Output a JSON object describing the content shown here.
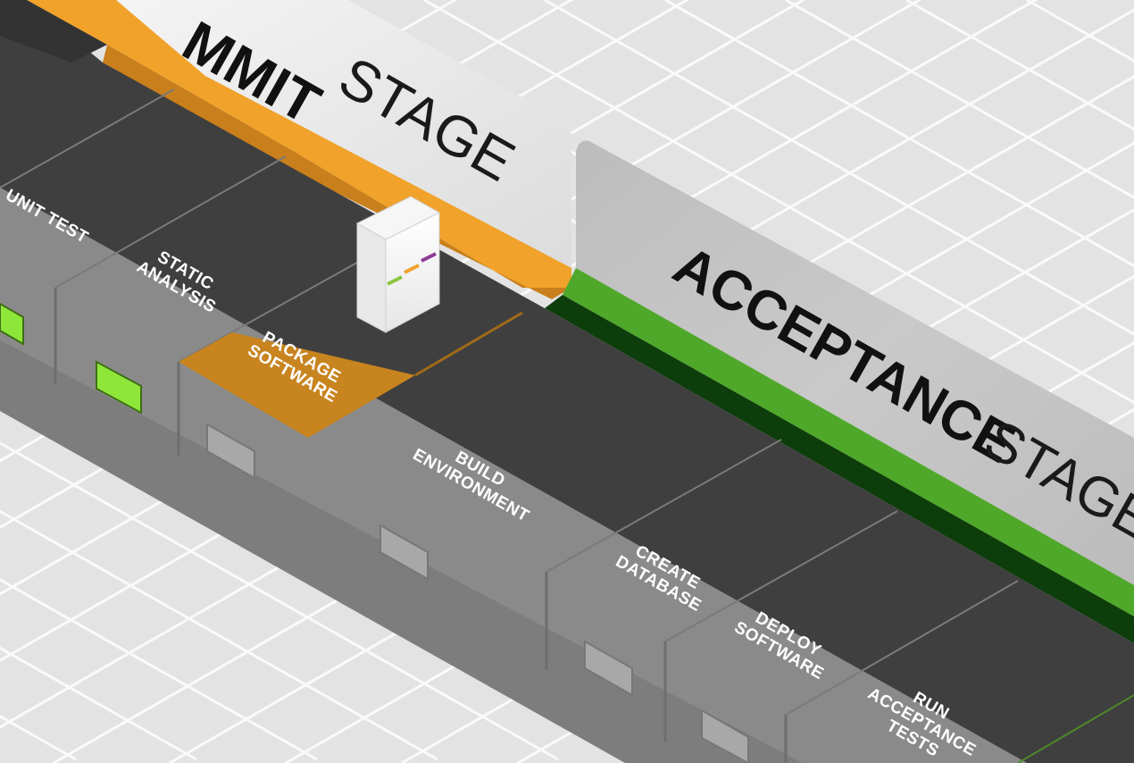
{
  "commit_stage": {
    "bold": "MMIT",
    "light": "STAGE"
  },
  "acceptance_stage": {
    "bold": "ACCEPTANCE",
    "light": "STAGE"
  },
  "steps": {
    "unit_test": [
      "UNIT TEST"
    ],
    "static_analysis": [
      "STATIC",
      "ANALYSIS"
    ],
    "package_software": [
      "PACKAGE",
      "SOFTWARE"
    ],
    "build_environment": [
      "BUILD",
      "ENVIRONMENT"
    ],
    "create_database": [
      "CREATE",
      "DATABASE"
    ],
    "deploy_software": [
      "DEPLOY",
      "SOFTWARE"
    ],
    "run_acceptance_tests": [
      "RUN",
      "ACCEPTANCE",
      "TESTS"
    ]
  },
  "indicators": {
    "unit_test": "passed",
    "static_analysis": "passed",
    "package_software": "idle",
    "build_environment": "idle",
    "create_database": "idle",
    "deploy_software": "idle"
  },
  "colors": {
    "commit_accent": "#f0a22a",
    "commit_active_step": "#c8841e",
    "acceptance_accent": "#4fa82a",
    "acceptance_dark": "#0e3d0c",
    "indicator_passed": "#8fe63a",
    "indicator_idle": "#a8a8a8",
    "lane_dark": "#3f3f3f",
    "lane_side": "#8c8c8c",
    "floor": "#e3e3e3"
  },
  "artifact_stripes": [
    "#8cc63f",
    "#f0a22a",
    "#8e3c96"
  ]
}
